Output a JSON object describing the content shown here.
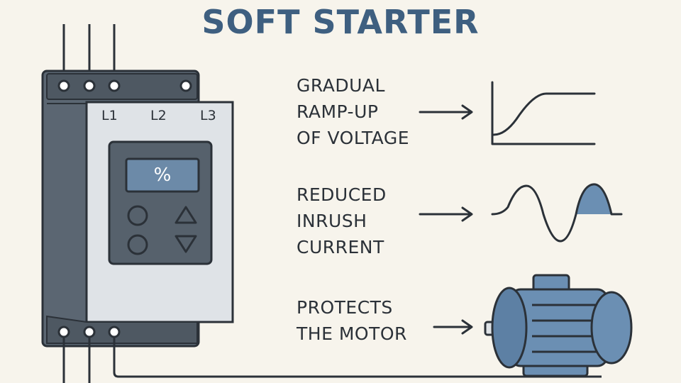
{
  "title": "SOFT STARTER",
  "terminals": [
    "L1",
    "L2",
    "L3"
  ],
  "display": {
    "value": "%"
  },
  "features": [
    {
      "lines": [
        "GRADUAL",
        "RAMP-UP",
        "OF VOLTAGE"
      ],
      "icon": "voltage-ramp-graph"
    },
    {
      "lines": [
        "REDUCED",
        "INRUSH",
        "CURRENT"
      ],
      "icon": "current-wave"
    },
    {
      "lines": [
        "PROTECTS",
        "THE MOTOR"
      ],
      "icon": "electric-motor"
    }
  ],
  "colors": {
    "background": "#f7f4ec",
    "title": "#3e5f80",
    "housing_dark": "#5b6672",
    "housing_light": "#dfe3e7",
    "screen": "#6c8aa8",
    "motor": "#6b8fb3",
    "outline": "#2b3138"
  }
}
